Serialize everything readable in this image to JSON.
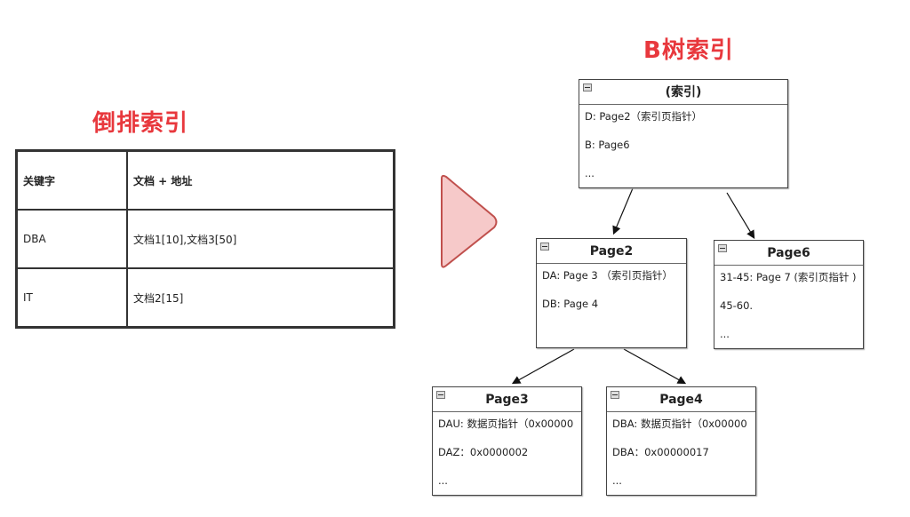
{
  "inverted_index": {
    "title": "倒排索引",
    "headers": [
      "关键字",
      "文档 + 地址"
    ],
    "rows": [
      [
        "DBA",
        "文档1[10],文档3[50]"
      ],
      [
        "IT",
        "文档2[15]"
      ]
    ]
  },
  "btree": {
    "title": "B树索引",
    "nodes": {
      "root": {
        "title": "(索引)",
        "rows": [
          "D:  Page2（索引页指针）",
          "B: Page6",
          "..."
        ]
      },
      "page2": {
        "title": "Page2",
        "rows": [
          "DA: Page 3 （索引页指针）",
          "DB: Page 4",
          ""
        ]
      },
      "page6": {
        "title": "Page6",
        "rows": [
          "31-45: Page 7 (索引页指针 )",
          "45-60.",
          "..."
        ]
      },
      "page3": {
        "title": "Page3",
        "rows": [
          "DAU: 数据页指针（0x00000",
          "DAZ：0x0000002",
          "..."
        ]
      },
      "page4": {
        "title": "Page4",
        "rows": [
          "DBA: 数据页指针（0x00000",
          "DBA：0x00000017",
          "..."
        ]
      }
    }
  },
  "colors": {
    "title_red": "#e8383d",
    "arrow_fill": "#f6c9c9",
    "arrow_stroke": "#c0504d"
  }
}
